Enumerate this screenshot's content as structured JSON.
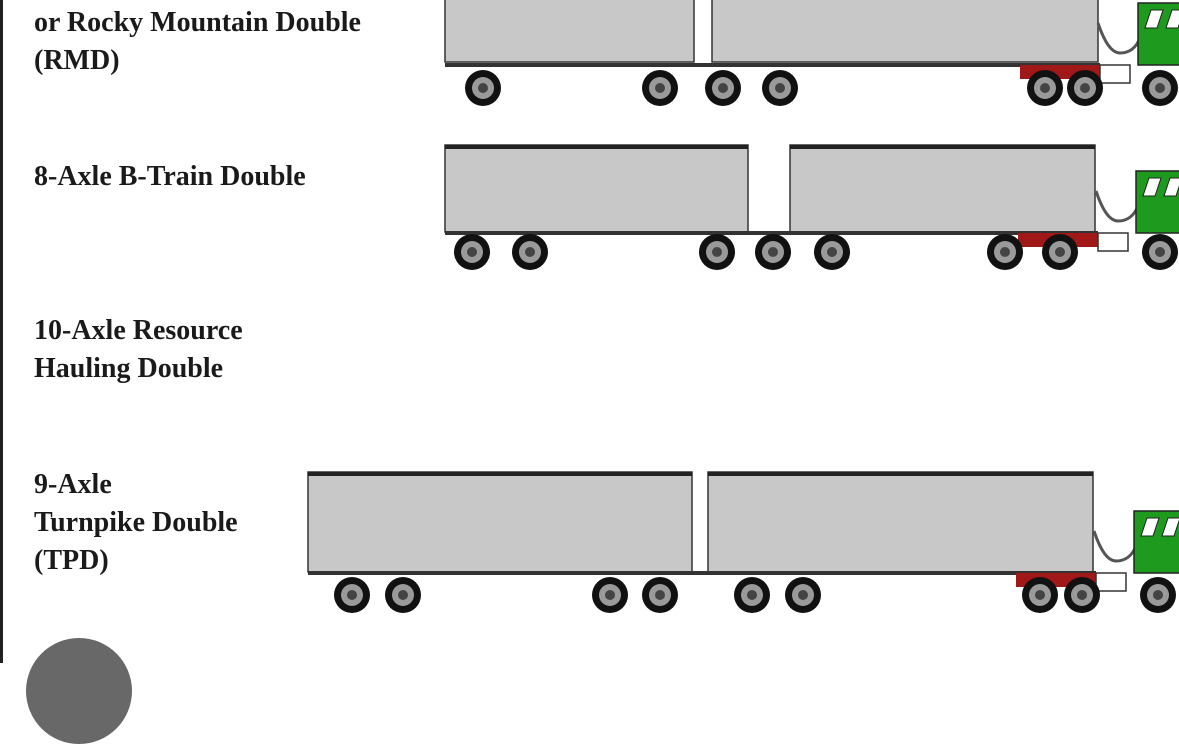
{
  "configurations": [
    {
      "label": "or Rocky Mountain Double\n(RMD)"
    },
    {
      "label": "8-Axle B-Train Double"
    },
    {
      "label": "10-Axle Resource\nHauling Double"
    },
    {
      "label": "9-Axle\nTurnpike Double\n(TPD)"
    }
  ],
  "colors": {
    "trailer": "#c8c8c8",
    "tractor": "#1e9a1e",
    "frame": "#a01818",
    "wheel": "#111111"
  }
}
